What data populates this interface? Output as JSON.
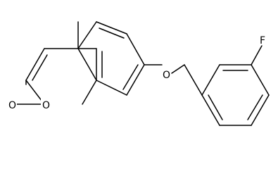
{
  "molecule": {
    "atom_labels": {
      "carbonyl_oxygen": "O",
      "ring_oxygen": "O",
      "ether_oxygen": "O",
      "fluorine": "F"
    }
  },
  "colors": {
    "bond": "#000000",
    "background": "#ffffff"
  }
}
